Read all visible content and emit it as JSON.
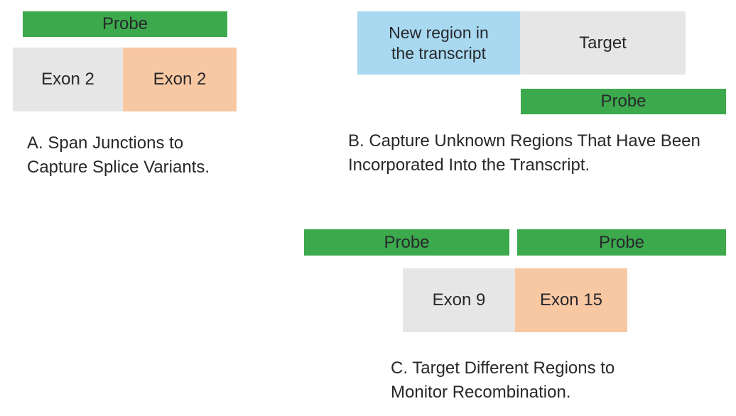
{
  "colors": {
    "probe_green": "#3BA94C",
    "exon_gray": "#E6E6E6",
    "exon_orange": "#F8C8A2",
    "region_blue": "#A8D9F0",
    "text_dark": "#28282C"
  },
  "panel_a": {
    "probe_label": "Probe",
    "exon_left_label": "Exon 2",
    "exon_right_label": "Exon 2",
    "caption_line1": "A. Span Junctions to",
    "caption_line2": "Capture Splice Variants."
  },
  "panel_b": {
    "new_region_line1": "New region in",
    "new_region_line2": "the transcript",
    "target_label": "Target",
    "probe_label": "Probe",
    "caption_line1": "B. Capture Unknown Regions That Have Been",
    "caption_line2": "Incorporated Into the Transcript."
  },
  "panel_c": {
    "probe_left_label": "Probe",
    "probe_right_label": "Probe",
    "exon_left_label": "Exon 9",
    "exon_right_label": "Exon 15",
    "caption_line1": "C. Target Different Regions to",
    "caption_line2": "Monitor Recombination."
  }
}
